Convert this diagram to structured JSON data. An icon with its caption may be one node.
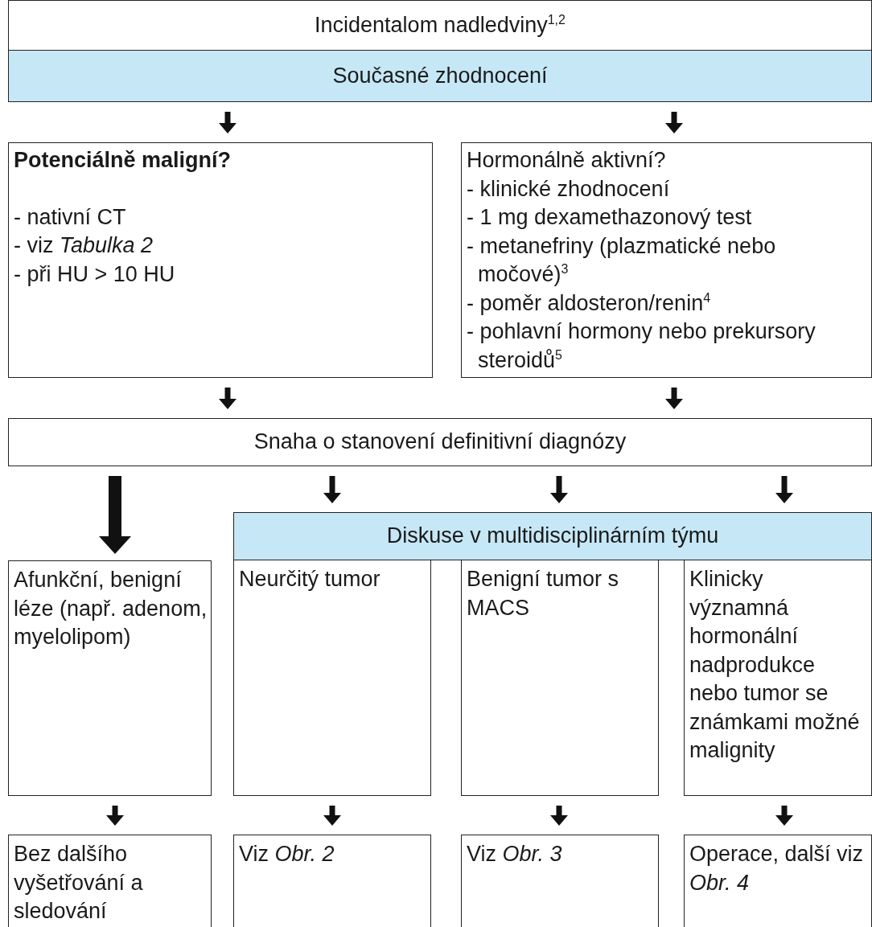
{
  "diagram": {
    "nodes": [
      {
        "text": [
          "Incidentalom nadledviny$^{1,2}$"
        ]
      },
      {
        "text": [
          "Současné zhodnocení"
        ]
      },
      {
        "text": [
          "Potenciálně maligní?",
          "- nativní CT",
          "- viz *Tabulka 2*",
          "- při HU  > 10 HU"
        ]
      },
      {
        "text": [
          "Hormonálně aktivní?",
          "- klinické zhodnocení",
          "- 1 mg dexamethazonový test",
          "- metanefriny (plazmatické nebo močové)$^{3}$",
          "- poměr aldosteron/renin$^{4}$",
          "- pohlavní hormony nebo prekursory steroidů$^{5}$"
        ]
      },
      {
        "text": [
          "Snaha o stanovení definitivní diagnózy"
        ]
      },
      {
        "text": [
          "Diskuse v multidisciplinárním týmu"
        ]
      },
      {
        "text": [
          "Afunkční, benigní léze (např. adenom, myelolipom)"
        ]
      },
      {
        "text": [
          "Neurčitý tumor"
        ]
      },
      {
        "text": [
          "Benigní tumor s MACS"
        ]
      },
      {
        "text": [
          "Klinicky významná hormonální nadprodukce nebo tumor se známkami možné malignity"
        ]
      },
      {
        "text": [
          "Bez dalšího vyšetřování a sledování"
        ]
      },
      {
        "text": [
          "Viz *Obr. 2*"
        ]
      },
      {
        "text": [
          "Viz *Obr. 3*"
        ]
      },
      {
        "text": [
          "Operace, další viz *Obr. 4*"
        ]
      }
    ],
    "edges": [
      {
        "from": 1,
        "to": 2,
        "arrow": "to"
      },
      {
        "from": 1,
        "to": 3,
        "arrow": "to"
      },
      {
        "from": 2,
        "to": 4,
        "arrow": "to"
      },
      {
        "from": 3,
        "to": 4,
        "arrow": "to"
      },
      {
        "from": 4,
        "to": 6,
        "arrow": "to",
        "style": "thick"
      },
      {
        "from": 4,
        "to": 5,
        "arrow": "to"
      },
      {
        "from": 4,
        "to": 5,
        "arrow": "to"
      },
      {
        "from": 4,
        "to": 5,
        "arrow": "to"
      },
      {
        "from": 6,
        "to": 10,
        "arrow": "to"
      },
      {
        "from": 7,
        "to": 11,
        "arrow": "to"
      },
      {
        "from": 8,
        "to": 12,
        "arrow": "to"
      },
      {
        "from": 9,
        "to": 13,
        "arrow": "to"
      }
    ]
  }
}
